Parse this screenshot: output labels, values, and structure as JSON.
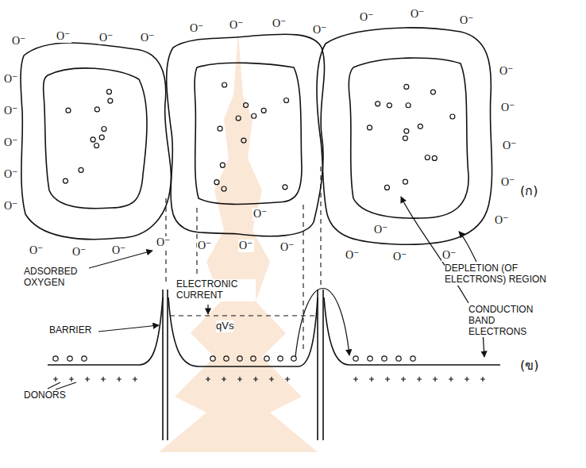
{
  "diagram": {
    "labels": [
      "O⁻",
      "O⁻",
      "O⁻",
      "O⁻",
      "O⁻",
      "O⁻",
      "O⁻",
      "O⁻",
      "O⁻",
      "O⁻",
      "O⁻",
      "O⁻",
      "O⁻",
      "O⁻",
      "O⁻",
      "O⁻",
      "O⁻",
      "O⁻",
      "O⁻",
      "O⁻",
      "O⁻",
      "O⁻",
      "O⁻",
      "O⁻",
      "O⁻",
      "O⁻",
      "O⁻",
      "O⁻",
      "O⁻",
      "O⁻",
      "O⁻",
      "O⁻",
      "O⁻",
      "(ก)",
      "(ข)",
      "ADSORBED OXYGEN",
      "DEPLETION (OF ELECTRONS) REGION",
      "CONDUCTION BAND ELECTRONS",
      "ELECTRONIC CURRENT",
      "BARRIER",
      "qVs",
      "DONORS"
    ]
  }
}
